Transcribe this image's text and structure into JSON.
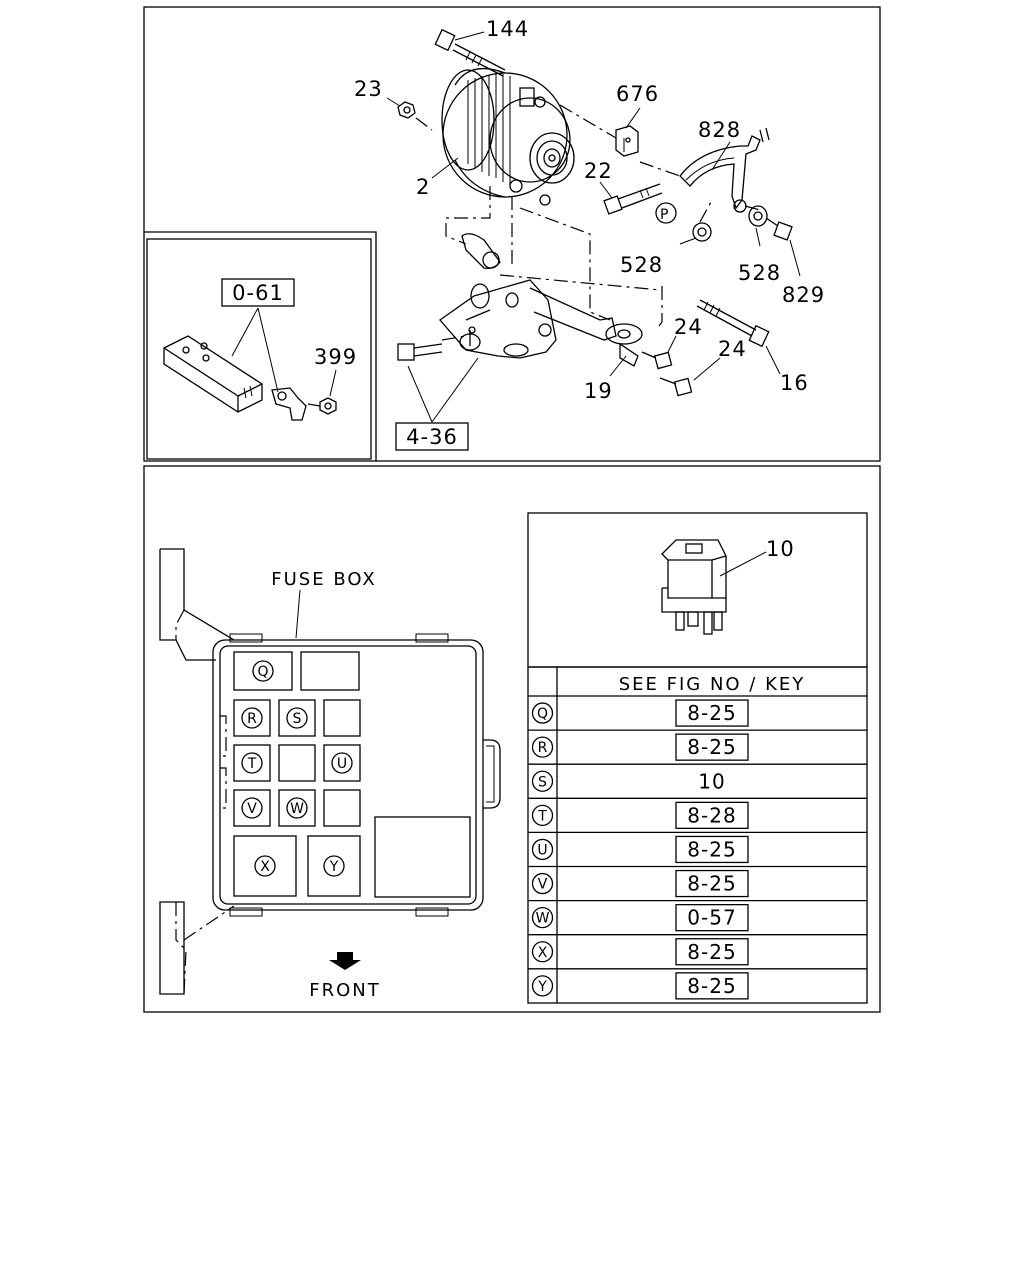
{
  "alternator_view": {
    "callouts": {
      "c144": "144",
      "c23": "23",
      "c676": "676",
      "c828": "828",
      "c2": "2",
      "c22": "22",
      "cP": "P",
      "c528a": "528",
      "c528b": "528",
      "c829": "829",
      "c24a": "24",
      "c24b": "24",
      "c19": "19",
      "c16": "16",
      "c399": "399"
    },
    "ref_boxes": {
      "ref_061": "0-61",
      "ref_436": "4-36"
    }
  },
  "fuse_box_view": {
    "title": "FUSE BOX",
    "front_label": "FRONT",
    "slots": {
      "q": "Q",
      "r": "R",
      "s": "S",
      "t": "T",
      "u": "U",
      "v": "V",
      "w": "W",
      "x": "X",
      "y": "Y"
    }
  },
  "relay_callout": "10",
  "key_table": {
    "header": "SEE FIG NO / KEY",
    "rows": [
      {
        "key": "Q",
        "ref": "8-25",
        "boxed": true
      },
      {
        "key": "R",
        "ref": "8-25",
        "boxed": true
      },
      {
        "key": "S",
        "ref": "10",
        "boxed": false
      },
      {
        "key": "T",
        "ref": "8-28",
        "boxed": true
      },
      {
        "key": "U",
        "ref": "8-25",
        "boxed": true
      },
      {
        "key": "V",
        "ref": "8-25",
        "boxed": true
      },
      {
        "key": "W",
        "ref": "0-57",
        "boxed": true
      },
      {
        "key": "X",
        "ref": "8-25",
        "boxed": true
      },
      {
        "key": "Y",
        "ref": "8-25",
        "boxed": true
      }
    ]
  }
}
